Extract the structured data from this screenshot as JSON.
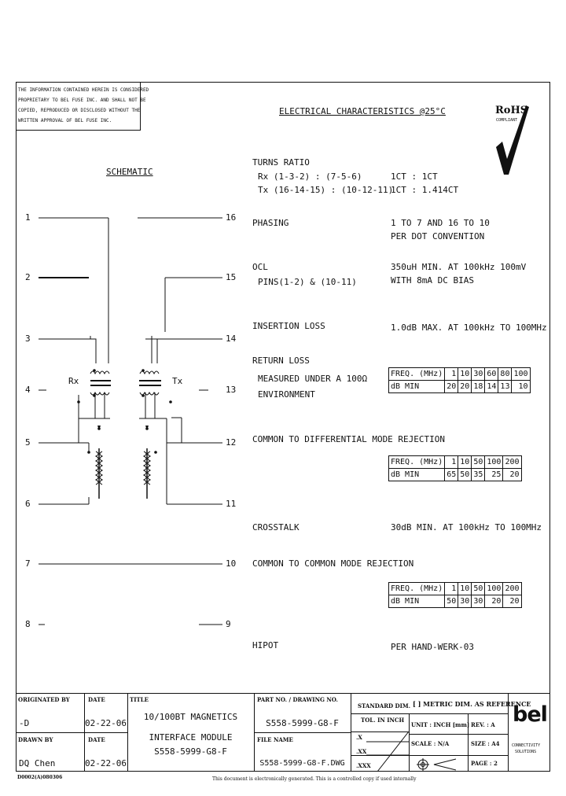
{
  "notice": {
    "lines": [
      "THE INFORMATION CONTAINED HEREIN IS CONSIDERED",
      "PROPRIETARY TO BEL FUSE INC. AND SHALL NOT BE",
      "COPIED, REPRODUCED OR DISCLOSED WITHOUT THE",
      "WRITTEN APPROVAL OF BEL FUSE INC."
    ]
  },
  "header": {
    "title": "ELECTRICAL CHARACTERISTICS @25°C",
    "rohs": "RoHS",
    "rohs_sub": "COMPLIANT"
  },
  "schematic": {
    "title": "SCHEMATIC",
    "left_pins": [
      "1",
      "2",
      "3",
      "4",
      "5",
      "6",
      "7",
      "8"
    ],
    "right_pins": [
      "16",
      "15",
      "14",
      "13",
      "12",
      "11",
      "10",
      "9"
    ],
    "rx_label": "Rx",
    "tx_label": "Tx"
  },
  "specs": {
    "turns_ratio": {
      "label": "TURNS RATIO",
      "rx": "Rx (1-3-2) : (7-5-6)",
      "tx": "Tx (16-14-15) : (10-12-11)",
      "rx_value": "1CT : 1CT",
      "tx_value": "1CT : 1.414CT"
    },
    "phasing": {
      "label": "PHASING",
      "value1": "1 TO 7 AND 16 TO 10",
      "value2": "PER DOT CONVENTION"
    },
    "ocl": {
      "label": "OCL",
      "sub": "PINS(1-2) & (10-11)",
      "value1": "350uH MIN. AT 100kHz 100mV",
      "value2": "WITH 8mA DC BIAS"
    },
    "insertion_loss": {
      "label": "INSERTION LOSS",
      "value": "1.0dB MAX. AT 100kHz TO 100MHz"
    },
    "return_loss": {
      "label": "RETURN LOSS",
      "sub1": "MEASURED UNDER A 100Ω",
      "sub2": "ENVIRONMENT",
      "header": [
        "FREQ. (MHz)",
        "1",
        "10",
        "30",
        "60",
        "80",
        "100"
      ],
      "row": [
        "dB MIN",
        "20",
        "20",
        "18",
        "14",
        "13",
        "10"
      ]
    },
    "cm_dm": {
      "label": "COMMON TO DIFFERENTIAL MODE REJECTION",
      "header": [
        "FREQ. (MHz)",
        "1",
        "10",
        "50",
        "100",
        "200"
      ],
      "row": [
        "dB MIN",
        "65",
        "50",
        "35",
        "25",
        "20"
      ]
    },
    "crosstalk": {
      "label": "CROSSTALK",
      "value": "30dB MIN. AT 100kHz TO 100MHz"
    },
    "cm_cm": {
      "label": "COMMON TO COMMON MODE REJECTION",
      "header": [
        "FREQ. (MHz)",
        "1",
        "10",
        "50",
        "100",
        "200"
      ],
      "row": [
        "dB MIN",
        "50",
        "30",
        "30",
        "20",
        "20"
      ]
    },
    "hipot": {
      "label": "HIPOT",
      "value": "PER HAND-WERK-03"
    }
  },
  "title_block": {
    "originated_by_label": "ORIGINATED BY",
    "originated_by": "-D",
    "date_label": "DATE",
    "originated_date": "02-22-06",
    "drawn_by_label": "DRAWN BY",
    "drawn_by": "DQ Chen",
    "drawn_date": "02-22-06",
    "title_label": "TITLE",
    "title_lines": [
      "10/100BT MAGNETICS",
      "INTERFACE MODULE",
      "S558-5999-G8-F"
    ],
    "part_no_label": "PART NO. / DRAWING NO.",
    "part_no": "S558-5999-G8-F",
    "file_name_label": "FILE NAME",
    "file_name": "S558-5999-G8-F.DWG",
    "standard_dim": "STANDARD DIM.",
    "tol_in": "TOL. IN INCH",
    "tol_x": ".X",
    "tol_xx": ".XX",
    "tol_xxx": ".XXX",
    "metric_ref": "[ ] METRIC DIM. AS REFERENCE",
    "unit": "UNIT : INCH [mm]",
    "rev": "REV. : A",
    "scale": "SCALE : N/A",
    "size": "SIZE : A4",
    "page": "PAGE : 2",
    "logo": "bel",
    "logo_sub1": "CONNECTIVITY",
    "logo_sub2": "SOLUTIONS"
  },
  "footer": {
    "doc_id": "D0002(A)080306",
    "disclaimer": "This document is electronically generated. This is a controlled copy if used internally"
  }
}
